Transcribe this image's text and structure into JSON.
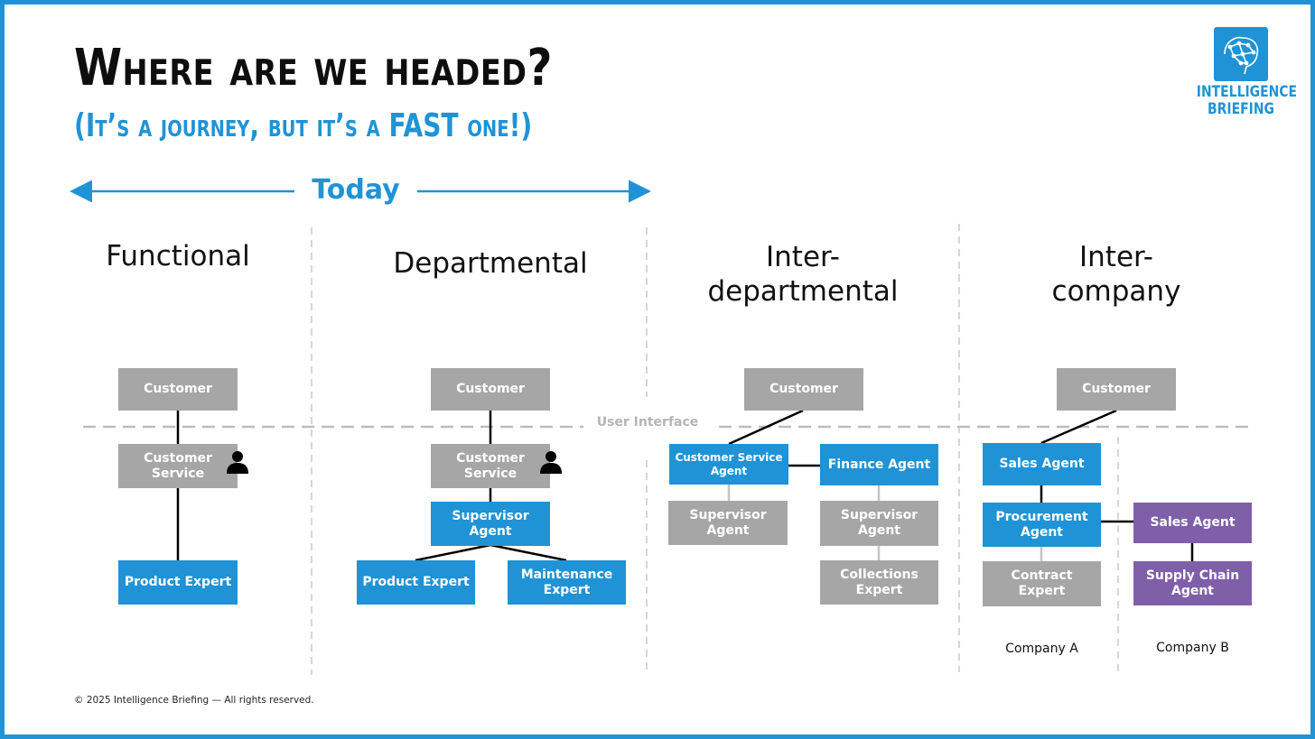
{
  "header": {
    "title": "Where are we headed?",
    "subtitle": "(It’s a journey, but it’s a FAST one!)"
  },
  "logo": {
    "icon": "network-brain-icon",
    "line1": "Intelligence",
    "line2": "Briefing"
  },
  "timeline": {
    "label": "Today"
  },
  "ui_divider": {
    "label": "User Interface"
  },
  "columns": [
    {
      "heading_line1": "Functional",
      "boxes": {
        "customer": "Customer",
        "customer_service": "Customer Service",
        "product_expert": "Product Expert"
      }
    },
    {
      "heading_line1": "Departmental",
      "boxes": {
        "customer": "Customer",
        "customer_service": "Customer Service",
        "supervisor_agent": "Supervisor Agent",
        "product_expert": "Product Expert",
        "maintenance_expert": "Maintenance Expert"
      }
    },
    {
      "heading_line1": "Inter-",
      "heading_line2": "departmental",
      "boxes": {
        "customer": "Customer",
        "customer_service_agent": "Customer Service Agent",
        "finance_agent": "Finance Agent",
        "supervisor_agent_left": "Supervisor Agent",
        "supervisor_agent_right": "Supervisor Agent",
        "collections_expert": "Collections Expert"
      }
    },
    {
      "heading_line1": "Inter-",
      "heading_line2": "company",
      "boxes": {
        "customer": "Customer",
        "sales_agent_a": "Sales Agent",
        "procurement_agent": "Procurement Agent",
        "contract_expert": "Contract Expert",
        "sales_agent_b": "Sales Agent",
        "supply_chain_agent": "Supply Chain Agent"
      },
      "company_a": "Company A",
      "company_b": "Company B"
    }
  ],
  "footer": {
    "copyright": "© 2025 Intelligence Briefing — All rights reserved."
  },
  "colors": {
    "accent_blue": "#1f93d6",
    "box_gray": "#a6a6a6",
    "company_b_purple": "#7f5fa8",
    "title_black": "#0e0e0e"
  }
}
